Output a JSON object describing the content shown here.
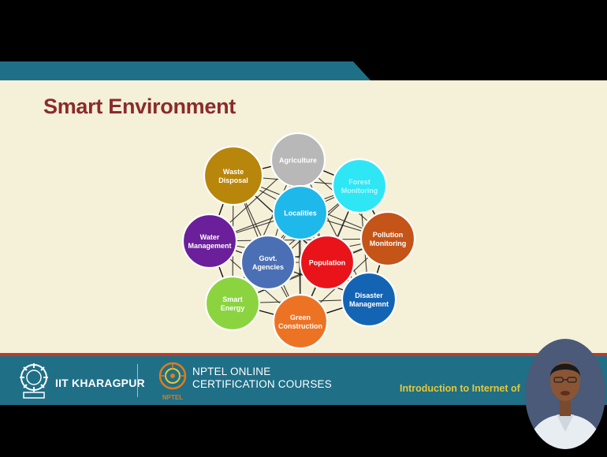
{
  "slide": {
    "title": "Smart Environment"
  },
  "diagram": {
    "nodes": [
      {
        "id": "agriculture",
        "lines": [
          "Agriculture"
        ],
        "color": "#b8b8b8",
        "text_color": "#ffffff"
      },
      {
        "id": "forest",
        "lines": [
          "Forest",
          "Monitoring"
        ],
        "color": "#2fe6f5",
        "text_color": "#bdf6fb"
      },
      {
        "id": "pollution",
        "lines": [
          "Pollution",
          "Monitoring"
        ],
        "color": "#c45417",
        "text_color": "#ffffff"
      },
      {
        "id": "disaster",
        "lines": [
          "Disaster",
          "Managemnt"
        ],
        "color": "#1464b4",
        "text_color": "#ffffff"
      },
      {
        "id": "green",
        "lines": [
          "Green",
          "Construction"
        ],
        "color": "#ed7324",
        "text_color": "#ffffff"
      },
      {
        "id": "smart-energy",
        "lines": [
          "Smart",
          "Energy"
        ],
        "color": "#8bd43f",
        "text_color": "#ffffff"
      },
      {
        "id": "water",
        "lines": [
          "Water",
          "Management"
        ],
        "color": "#6b1f9a",
        "text_color": "#ffffff"
      },
      {
        "id": "waste",
        "lines": [
          "Waste",
          "Disposal"
        ],
        "color": "#b8860b",
        "text_color": "#ffffff"
      },
      {
        "id": "localities",
        "lines": [
          "Localities"
        ],
        "color": "#1fb8ea",
        "text_color": "#ffffff"
      },
      {
        "id": "govt",
        "lines": [
          "Govt.",
          "Agencies"
        ],
        "color": "#4a6fb5",
        "text_color": "#ffffff"
      },
      {
        "id": "population",
        "lines": [
          "Population"
        ],
        "color": "#e8141a",
        "text_color": "#ffffff"
      }
    ]
  },
  "footer": {
    "org": "IIT KHARAGPUR",
    "nptel_line1": "NPTEL ONLINE",
    "nptel_line2": "CERTIFICATION COURSES",
    "nptel_logo_text": "NPTEL",
    "course": "Introduction to Internet of"
  },
  "colors": {
    "title": "#8b2b2b",
    "slide_bg": "#f5f0d8",
    "teal": "#1f6f87",
    "footer_bg": "#1f6f87",
    "course_text": "#e5c836",
    "red_line": "#c0392b"
  }
}
